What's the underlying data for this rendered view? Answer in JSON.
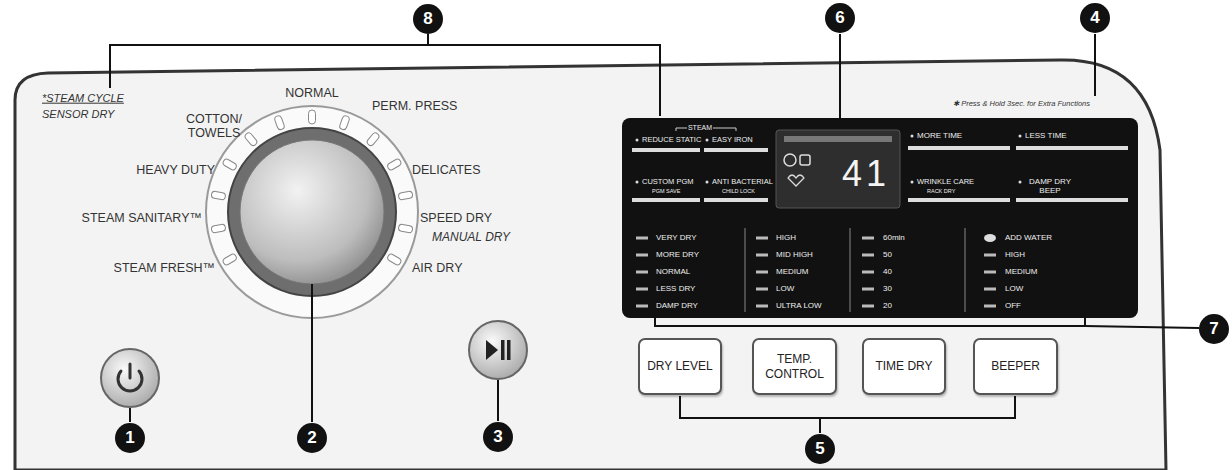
{
  "diagram": {
    "nodes": [
      {
        "text": [
          "DRY LEVEL"
        ]
      },
      {
        "text": [
          "TEMP. CONTROL"
        ]
      },
      {
        "text": [
          "TIME DRY"
        ]
      },
      {
        "text": [
          "BEEPER"
        ]
      }
    ],
    "labels": [
      "8",
      "6",
      "4",
      "*STEAM CYCLE",
      "SENSOR DRY",
      "COTTON/ TOWELS",
      "NORMAL",
      "PERM. PRESS",
      "HEAVY DUTY",
      "DELICATES",
      "STEAM SANITARY™",
      "SPEED DRY",
      "MANUAL DRY",
      "STEAM FRESH™",
      "AIR DRY",
      "STEAM",
      "REDUCE STATIC",
      "EASY IRON",
      "CUSTOM PGM",
      "PGM SAVE",
      "ANTI BACTERIAL",
      "CHILD LOCK",
      "41",
      "✱ Press & Hold 3sec. for Extra Functions",
      "MORE TIME",
      "LESS TIME",
      "WRINKLE CARE",
      "RACK DRY",
      "DAMP DRY BEEP",
      "VERY DRY",
      "MORE DRY",
      "NORMAL",
      "LESS DRY",
      "DAMP DRY",
      "HIGH",
      "MID HIGH",
      "MEDIUM",
      "LOW",
      "ULTRA LOW",
      "60min",
      "50",
      "40",
      "30",
      "20",
      "ADD WATER",
      "HIGH",
      "MEDIUM",
      "LOW",
      "OFF",
      "7",
      "1",
      "2",
      "3",
      "5"
    ]
  }
}
